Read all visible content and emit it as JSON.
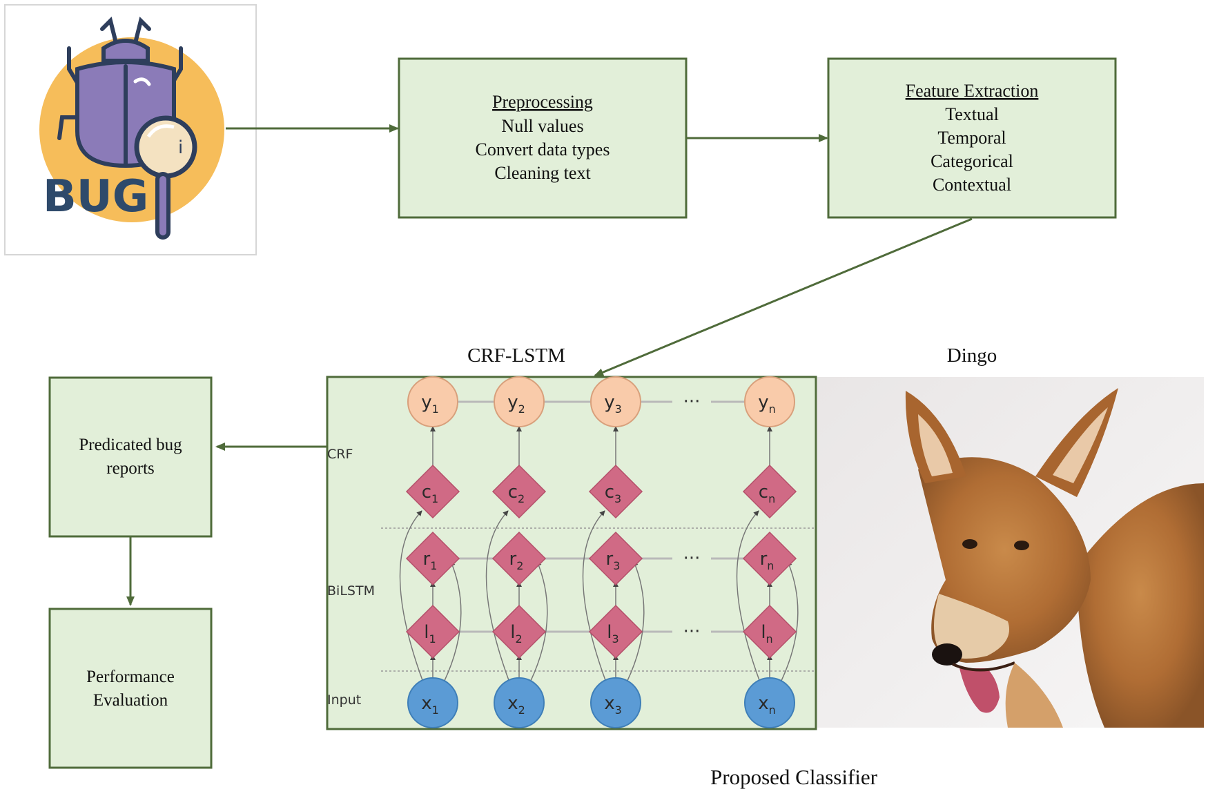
{
  "bug_icon": {
    "label": "BUG"
  },
  "preprocessing": {
    "title": "Preprocessing",
    "items": [
      "Null values",
      "Convert data types",
      "Cleaning text"
    ]
  },
  "feature_extraction": {
    "title": "Feature Extraction",
    "items": [
      "Textual",
      "Temporal",
      "Categorical",
      "Contextual"
    ]
  },
  "crf_lstm": {
    "title": "CRF-LSTM",
    "layer_labels": {
      "crf": "CRF",
      "bilstm": "BiLSTM",
      "input": "Input"
    },
    "ellipsis": "···",
    "columns": [
      {
        "y": "y",
        "c": "c",
        "r": "r",
        "l": "l",
        "x": "x",
        "sub": "1"
      },
      {
        "y": "y",
        "c": "c",
        "r": "r",
        "l": "l",
        "x": "x",
        "sub": "2"
      },
      {
        "y": "y",
        "c": "c",
        "r": "r",
        "l": "l",
        "x": "x",
        "sub": "3"
      },
      {
        "y": "y",
        "c": "c",
        "r": "r",
        "l": "l",
        "x": "x",
        "sub": "n"
      }
    ]
  },
  "dingo": {
    "title": "Dingo"
  },
  "predicated": {
    "lines": [
      "Predicated bug",
      "reports"
    ]
  },
  "performance": {
    "lines": [
      "Performance",
      "Evaluation"
    ]
  },
  "footer": {
    "caption": "Proposed Classifier"
  },
  "colors": {
    "box_fill": "#e2efd9",
    "box_stroke": "#4f6b3a",
    "arrow": "#4f6b3a",
    "y_node": "#f9cbaa",
    "diamond": "#d06a85",
    "x_node": "#5b9bd5",
    "icon_circle": "#f6bd5a",
    "bug_body": "#8b7bb8",
    "bug_text": "#2e4a6b"
  }
}
